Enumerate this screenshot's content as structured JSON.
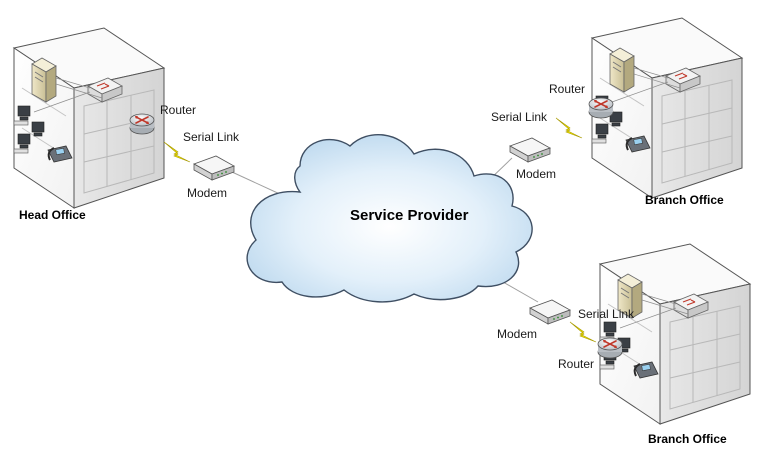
{
  "cloud": {
    "label": "Service Provider"
  },
  "sites": {
    "head": {
      "label": "Head Office",
      "router_label": "Router",
      "serial_label": "Serial Link",
      "modem_label": "Modem"
    },
    "branch_top": {
      "label": "Branch Office",
      "router_label": "Router",
      "serial_label": "Serial Link",
      "modem_label": "Modem"
    },
    "branch_bottom": {
      "label": "Branch Office",
      "router_label": "Router",
      "serial_label": "Serial Link",
      "modem_label": "Modem"
    }
  },
  "colors": {
    "cloud_fill": "#d6e9f7",
    "cloud_stroke": "#3f4f63",
    "lightning": "#f2e400",
    "building_front": "#ffffff",
    "building_side": "#e4e4e4",
    "line": "#9a9a9a"
  }
}
